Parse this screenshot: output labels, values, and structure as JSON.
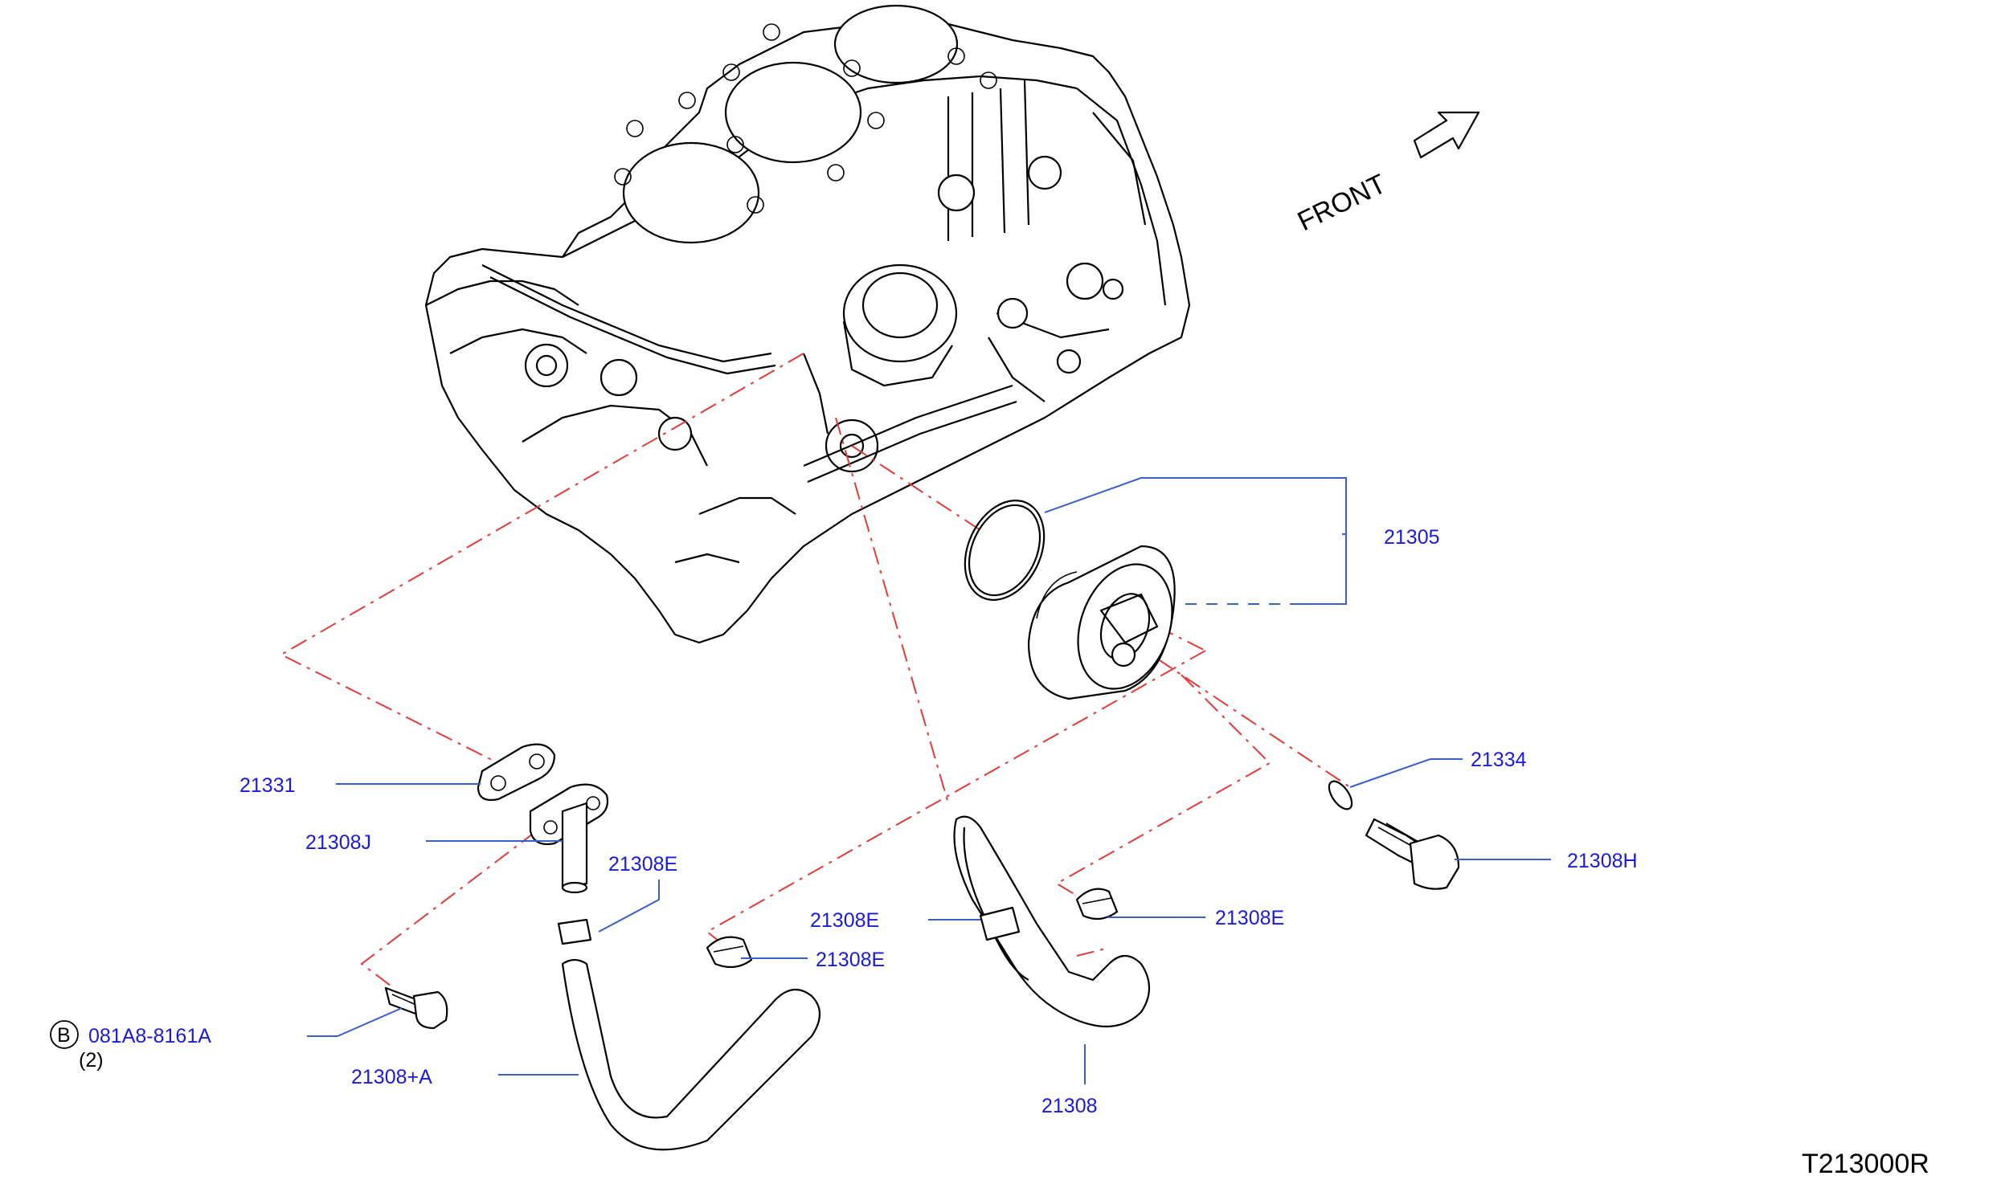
{
  "diagram": {
    "direction_label": "FRONT",
    "drawing_code": "T213000R",
    "callouts": {
      "p21305": "21305",
      "p21331": "21331",
      "p21308J": "21308J",
      "p21308E_hose_a": "21308E",
      "p21308E_left_clamp": "21308E",
      "p21308E_mid_clamp": "21308E",
      "p21308E_right_clamp": "21308E",
      "p21334": "21334",
      "p21308H": "21308H",
      "bolt_part": "081A8-8161A",
      "bolt_circle_letter": "B",
      "bolt_qty": "(2)",
      "p21308A": "21308+A",
      "p21308": "21308"
    }
  }
}
